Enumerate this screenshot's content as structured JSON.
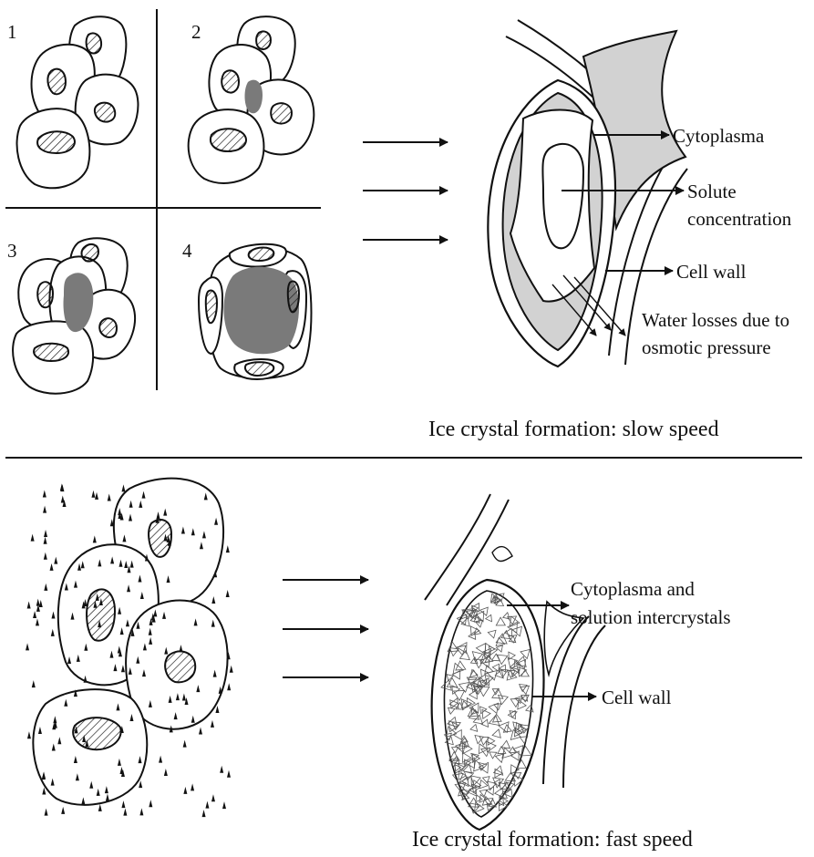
{
  "colors": {
    "ink": "#111111",
    "cytoplasm": "#d2d2d2",
    "ice": "#7a7a7a",
    "paper": "#ffffff"
  },
  "slow": {
    "panel_numbers": [
      "1",
      "2",
      "3",
      "4"
    ],
    "labels": {
      "cytoplasma": "Cytoplasma",
      "solute_line1": "Solute",
      "solute_line2": "concentration",
      "cell_wall": "Cell wall",
      "water_line1": "Water losses due to",
      "water_line2": "osmotic pressure"
    },
    "caption": "Ice crystal formation: slow speed"
  },
  "fast": {
    "labels": {
      "cytoplasma_line1": "Cytoplasma and",
      "cytoplasma_line2": "solution intercrystals",
      "cell_wall": "Cell wall"
    },
    "caption": "Ice crystal formation: fast speed"
  }
}
